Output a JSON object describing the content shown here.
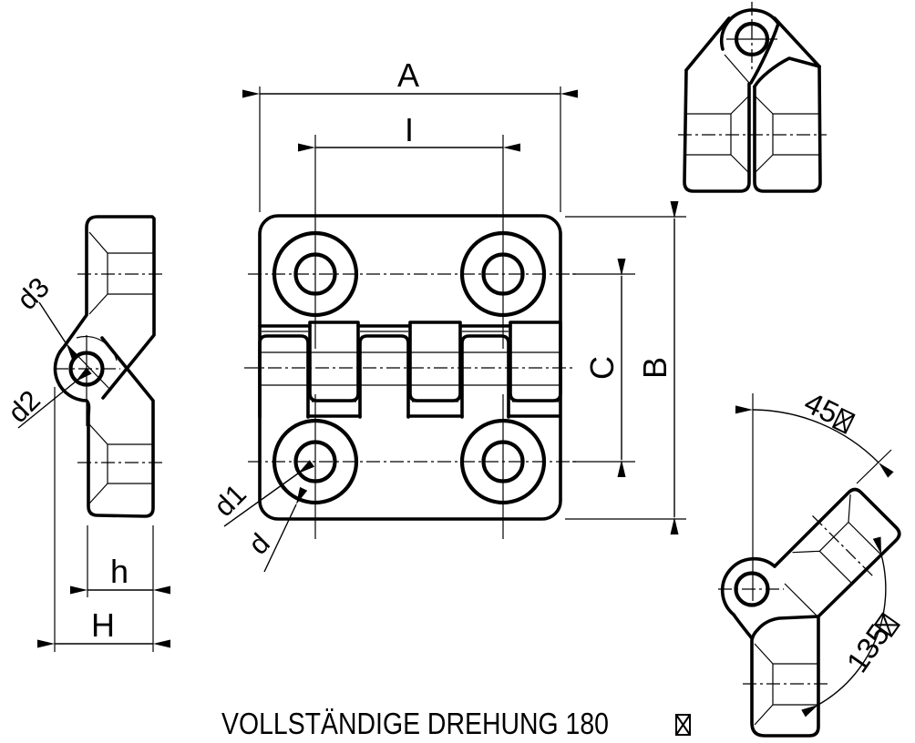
{
  "colors": {
    "line": "#000000",
    "background": "#ffffff"
  },
  "caption": {
    "text": "VOLLSTÄNDIGE DREHUNG 180",
    "suffix_glyph": "missing-glyph-box"
  },
  "dims": {
    "A": "A",
    "I": "I",
    "B": "B",
    "C": "C",
    "d1": "d1",
    "d": "d",
    "d2": "d2",
    "d3": "d3",
    "h": "h",
    "H": "H",
    "angle45": "45",
    "angle135": "135"
  }
}
